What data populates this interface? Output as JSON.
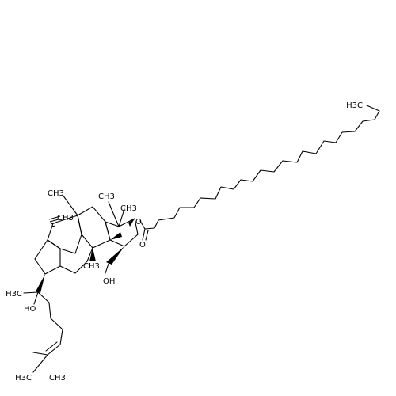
{
  "molecule": {
    "labels": [
      {
        "id": "lbl-ch3-chain-end",
        "text": "H3C",
        "kind": "group"
      },
      {
        "id": "lbl-ester-o",
        "text": "O",
        "kind": "atom"
      },
      {
        "id": "lbl-carbonyl-o",
        "text": "O",
        "kind": "atom"
      },
      {
        "id": "lbl-gem-me-a",
        "text": "CH3",
        "kind": "group"
      },
      {
        "id": "lbl-gem-me-b",
        "text": "CH3",
        "kind": "group"
      },
      {
        "id": "lbl-me-ring-a",
        "text": "CH3",
        "kind": "group"
      },
      {
        "id": "lbl-me-ring-b",
        "text": "CH3",
        "kind": "group"
      },
      {
        "id": "lbl-me-ring-c",
        "text": "CH3",
        "kind": "group"
      },
      {
        "id": "lbl-oh-ring",
        "text": "OH",
        "kind": "group"
      },
      {
        "id": "lbl-h3c-side",
        "text": "H3C",
        "kind": "group"
      },
      {
        "id": "lbl-ho-side",
        "text": "HO",
        "kind": "group"
      },
      {
        "id": "lbl-h3c-bottom",
        "text": "H3C",
        "kind": "group"
      },
      {
        "id": "lbl-ch3-bottom",
        "text": "CH3",
        "kind": "group"
      }
    ]
  }
}
